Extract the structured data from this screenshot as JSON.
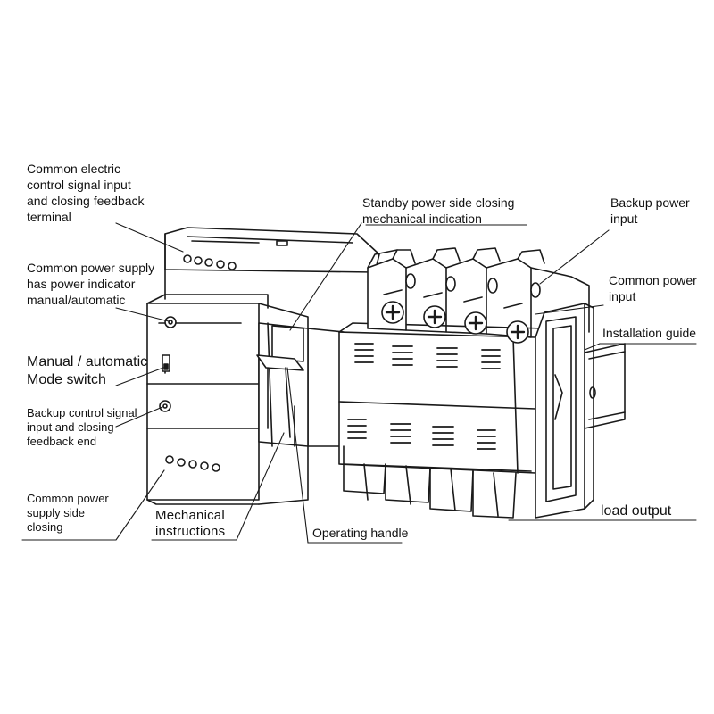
{
  "labels": {
    "common_signal_terminal": [
      "Common electric",
      "control signal input",
      "and closing feedback",
      "terminal"
    ],
    "common_power_indicator": [
      "Common power supply",
      "has power indicator",
      "manual/automatic"
    ],
    "mode_switch": [
      "Manual / automatic",
      "Mode switch"
    ],
    "backup_control_signal": [
      "Backup control signal",
      "input and closing",
      "feedback end"
    ],
    "common_power_closing": [
      "Common power",
      "supply side",
      "closing"
    ],
    "mechanical_instructions": [
      "Mechanical",
      "instructions"
    ],
    "operating_handle": [
      "Operating handle"
    ],
    "standby_indication": [
      "Standby power side closing",
      "mechanical indication"
    ],
    "backup_power_input": [
      "Backup power",
      "input"
    ],
    "common_power_input": [
      "Common power",
      "input"
    ],
    "installation_guide": [
      "Installation guide"
    ],
    "load_output": [
      "load output"
    ]
  }
}
